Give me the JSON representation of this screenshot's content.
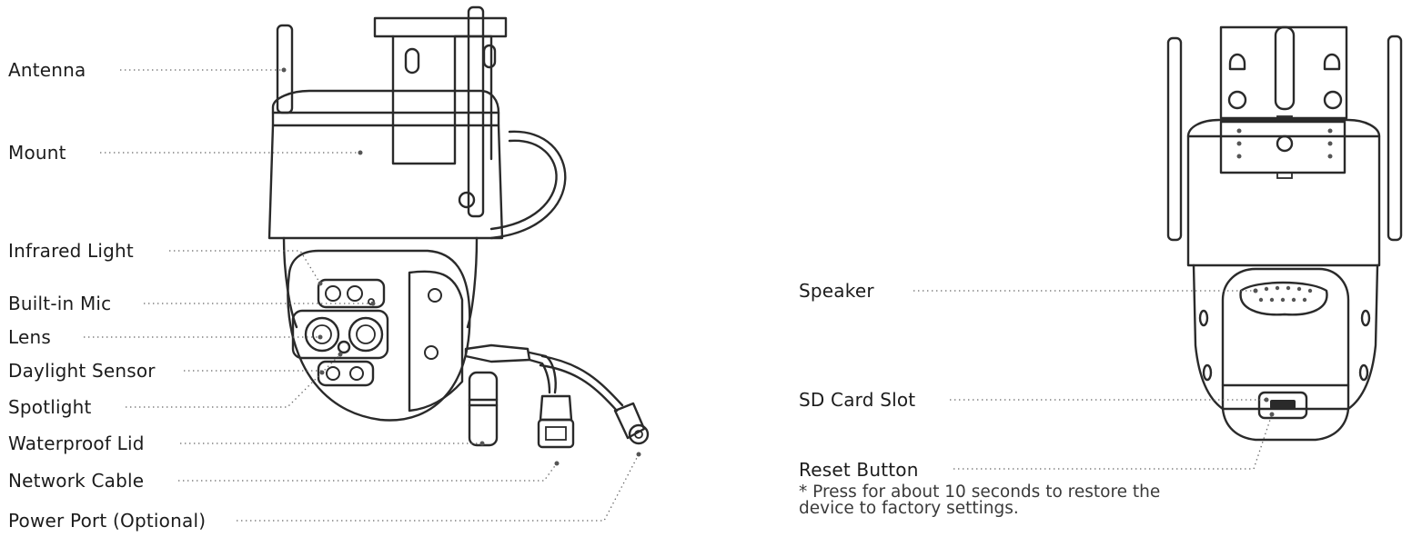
{
  "front_view": {
    "labels": [
      {
        "id": "antenna",
        "text": "Antenna"
      },
      {
        "id": "mount",
        "text": "Mount"
      },
      {
        "id": "infrared-light",
        "text": "Infrared Light"
      },
      {
        "id": "built-in-mic",
        "text": "Built-in Mic"
      },
      {
        "id": "lens",
        "text": "Lens"
      },
      {
        "id": "daylight-sensor",
        "text": "Daylight Sensor"
      },
      {
        "id": "spotlight",
        "text": "Spotlight"
      },
      {
        "id": "waterproof-lid",
        "text": "Waterproof Lid"
      },
      {
        "id": "network-cable",
        "text": "Network Cable"
      },
      {
        "id": "power-port",
        "text": "Power Port (Optional)"
      }
    ]
  },
  "rear_view": {
    "labels": [
      {
        "id": "speaker",
        "text": "Speaker"
      },
      {
        "id": "sd-card-slot",
        "text": "SD Card Slot"
      },
      {
        "id": "reset-button",
        "text": "Reset Button"
      }
    ],
    "reset_note_line1": "* Press for about 10 seconds to restore the",
    "reset_note_line2": "device to factory settings."
  }
}
